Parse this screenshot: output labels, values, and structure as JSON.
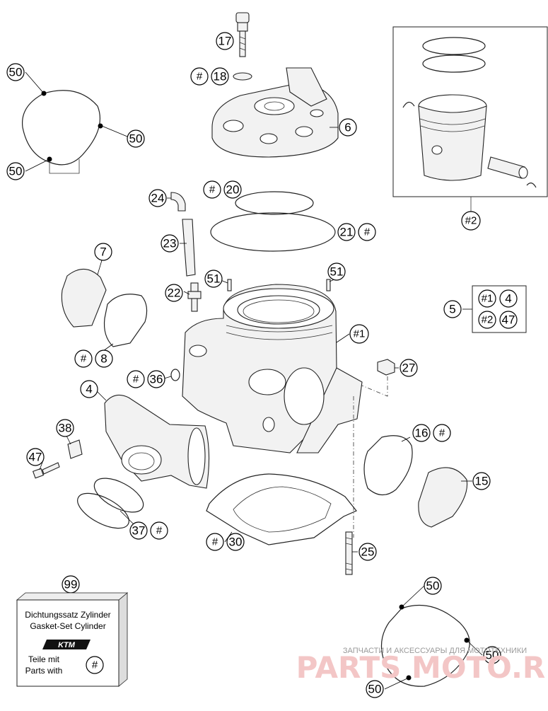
{
  "callouts": {
    "c17": "17",
    "c18": "18",
    "c18h": "#",
    "c6": "6",
    "c50a": "50",
    "c50b": "50",
    "c50c": "50",
    "c24": "24",
    "c20h": "#",
    "c20": "20",
    "c21": "21",
    "c21h": "#",
    "c23": "23",
    "c22": "22",
    "c51a": "51",
    "c51b": "51",
    "c7": "7",
    "c8h": "#",
    "c8": "8",
    "c36h": "#",
    "c36": "36",
    "c4": "4",
    "c38": "38",
    "c47": "47",
    "c37": "37",
    "c37h": "#",
    "c1h": "#1",
    "c27": "27",
    "c16": "16",
    "c16h": "#",
    "c15": "15",
    "c30h": "#",
    "c30": "30",
    "c25": "25",
    "c2h": "#2",
    "c99": "99",
    "c50d": "50",
    "c50e": "50",
    "c50f": "50"
  },
  "legend_box": {
    "ref": "5",
    "r1_hash": "#1",
    "r1_val": "4",
    "r2_hash": "#2",
    "r2_val": "47"
  },
  "gasket_kit": {
    "line1": "Dichtungssatz Zylinder",
    "line2": "Gasket-Set Cylinder",
    "brand": "KTM",
    "line3": "Teile mit",
    "line4": "Parts with",
    "hash": "#"
  },
  "watermark": {
    "top": "ЗАПЧАСТИ И АКСЕССУАРЫ ДЛЯ МОТОТЕХНИКИ",
    "brand": "PARTS MOTO.RU"
  },
  "colors": {
    "line": "#000000",
    "part_fill": "#f2f2f2",
    "watermark": "#f3c6c6"
  }
}
